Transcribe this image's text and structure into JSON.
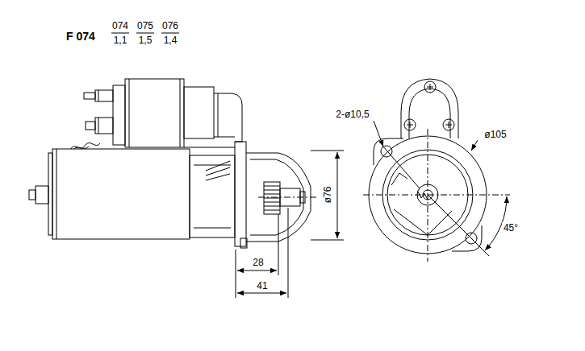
{
  "diagram": {
    "labels": [
      "F 074",
      "074",
      "1,1",
      "075",
      "1,5",
      "076",
      "1,4",
      "2-ø10,5",
      "ø105",
      "ø76",
      "45°",
      "28",
      "41"
    ]
  }
}
